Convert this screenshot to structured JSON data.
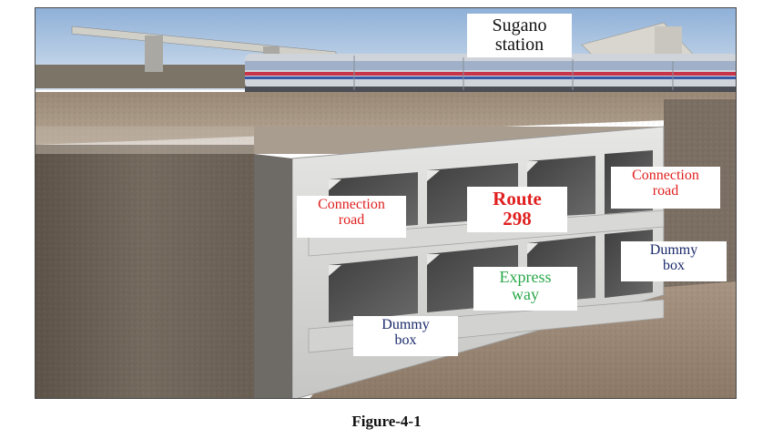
{
  "labels": {
    "station": {
      "line1": "Sugano",
      "line2": "station",
      "color": "#111111"
    },
    "connection_left": {
      "line1": "Connection",
      "line2": "road",
      "color": "#e02020"
    },
    "route": {
      "line1": "Route",
      "line2": "298",
      "color": "#e02020"
    },
    "connection_right": {
      "line1": "Connection",
      "line2": "road",
      "color": "#e02020"
    },
    "dummy_right": {
      "line1": "Dummy",
      "line2": "box",
      "color": "#1a2a6a"
    },
    "express": {
      "line1": "Express",
      "line2": "way",
      "color": "#2aa84a"
    },
    "dummy_left": {
      "line1": "Dummy",
      "line2": "box",
      "color": "#1a2a6a"
    }
  },
  "caption": "Figure-4-1",
  "colors": {
    "sky": "#9fb8d6",
    "soil": "#8c7a68",
    "concrete": "#d4d4d2",
    "train_stripe_red": "#c8334a",
    "train_stripe_blue": "#3a5aa8"
  }
}
